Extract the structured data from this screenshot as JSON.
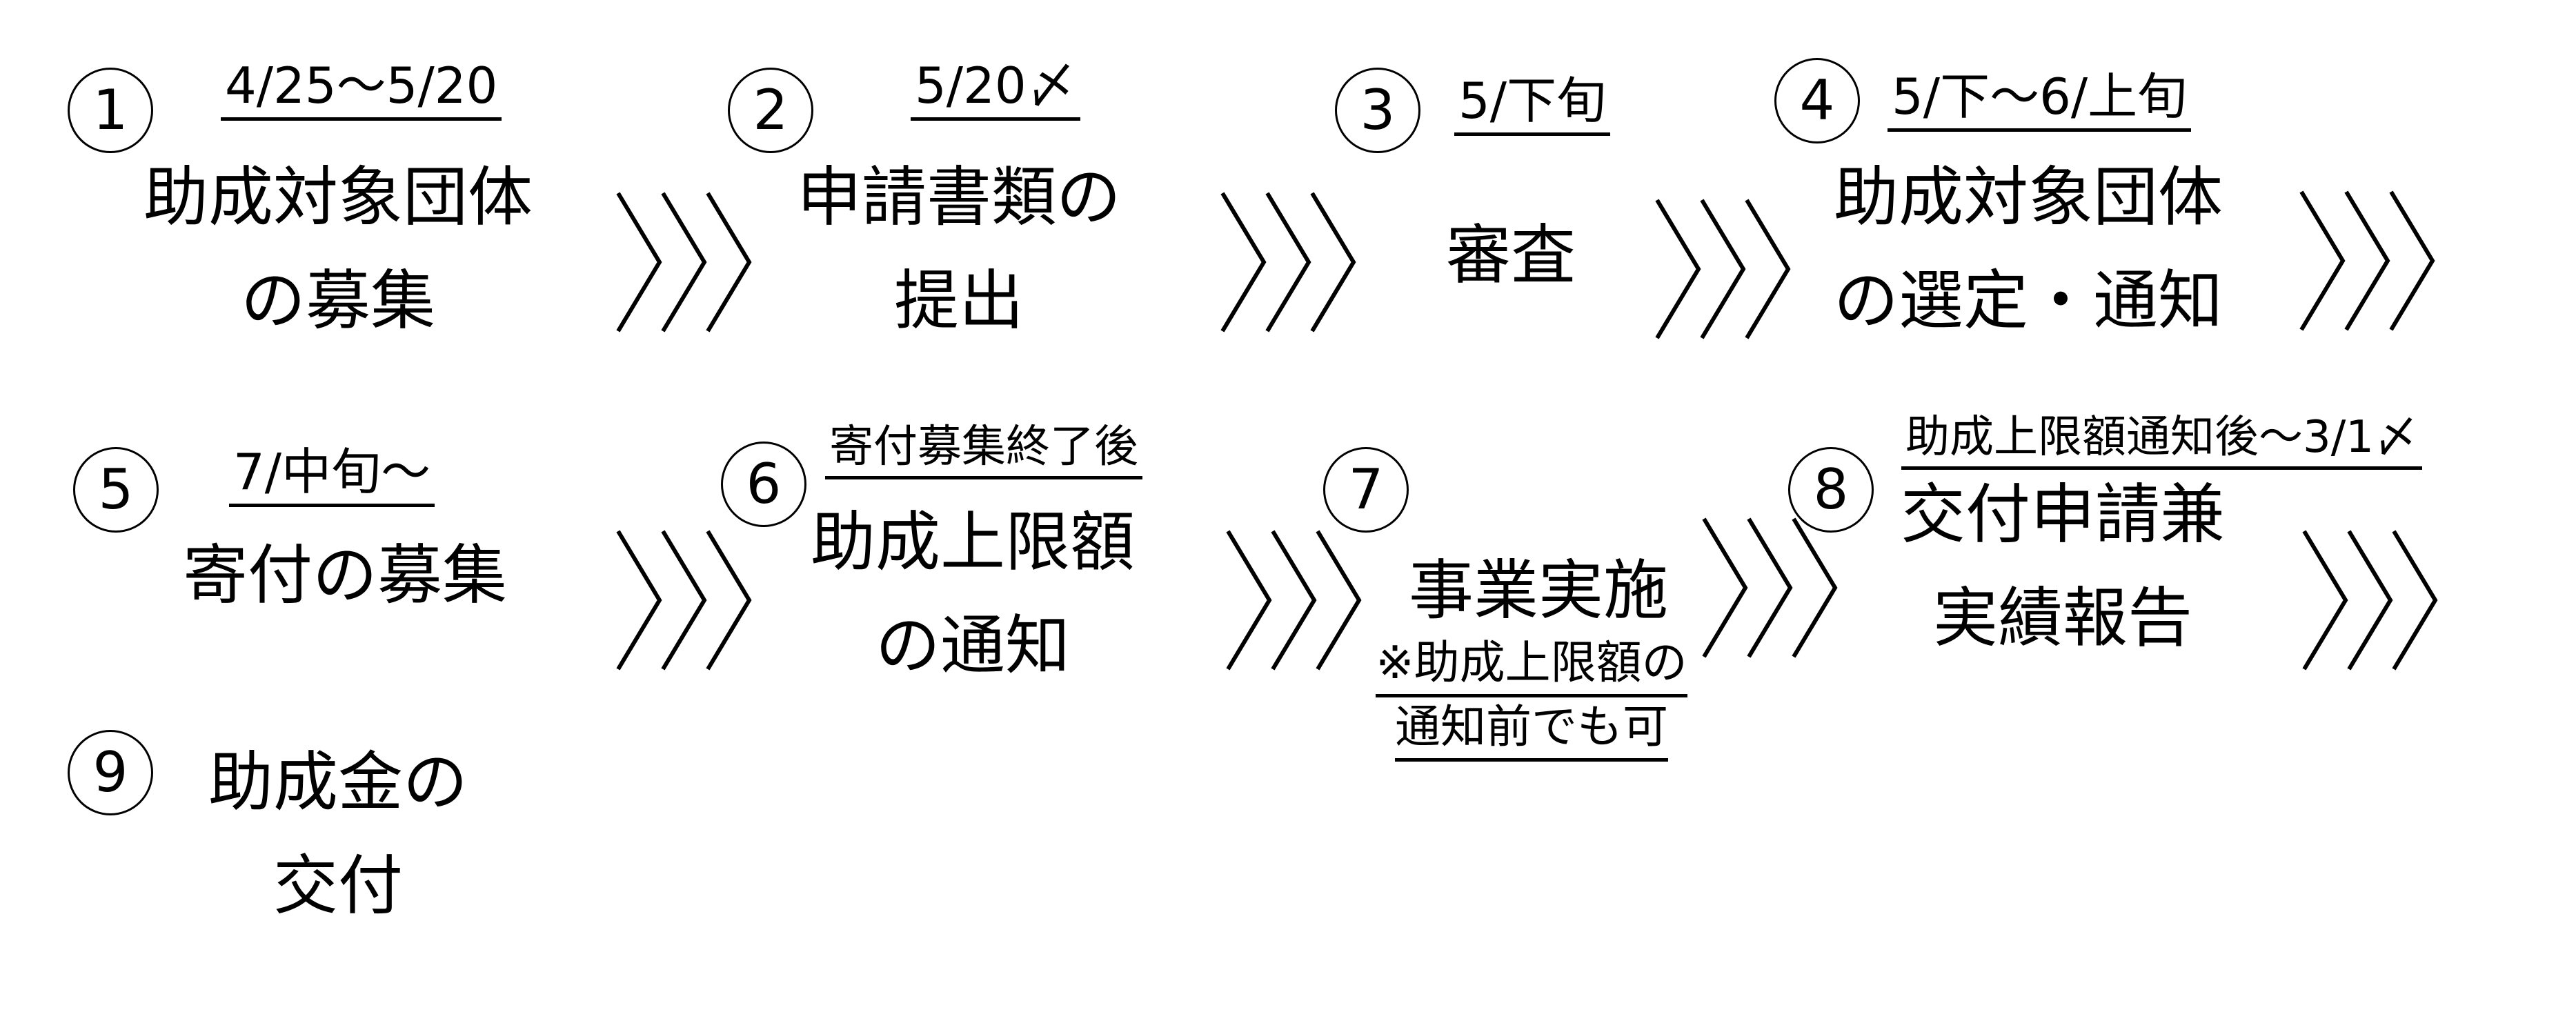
{
  "steps": [
    {
      "num": "1",
      "date": "4/25～5/20",
      "title": "助成対象団体\nの募集"
    },
    {
      "num": "2",
      "date": "5/20〆",
      "title": "申請書類の\n提出"
    },
    {
      "num": "3",
      "date": "5/下旬",
      "title": "審査"
    },
    {
      "num": "4",
      "date": "5/下～6/上旬",
      "title": "助成対象団体\nの選定・通知"
    },
    {
      "num": "5",
      "date": "7/中旬～",
      "title": "寄付の募集"
    },
    {
      "num": "6",
      "date": "寄付募集終了後",
      "title": "助成上限額\nの通知"
    },
    {
      "num": "7",
      "date": "",
      "title": "事業実施",
      "note": [
        "※助成上限額の",
        "通知前でも可"
      ]
    },
    {
      "num": "8",
      "date": "助成上限額通知後～3/1〆",
      "title": "交付申請兼\n実績報告"
    },
    {
      "num": "9",
      "date": "",
      "title": "助成金の\n交付"
    }
  ]
}
